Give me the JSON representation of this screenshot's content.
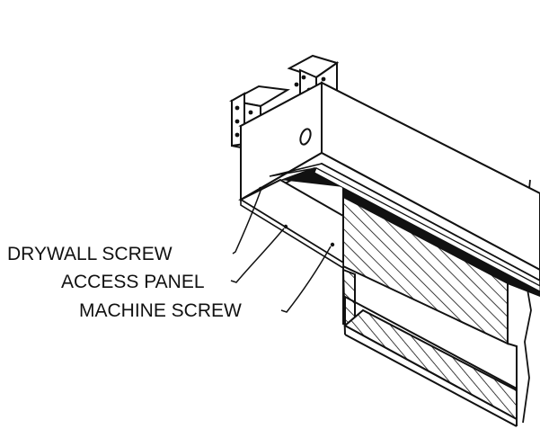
{
  "callouts": {
    "drywall_screw": "DRYWALL SCREW",
    "access_panel": "ACCESS PANEL",
    "machine_screw": "MACHINE SCREW"
  },
  "colors": {
    "ink": "#111111",
    "paper": "#ffffff"
  }
}
